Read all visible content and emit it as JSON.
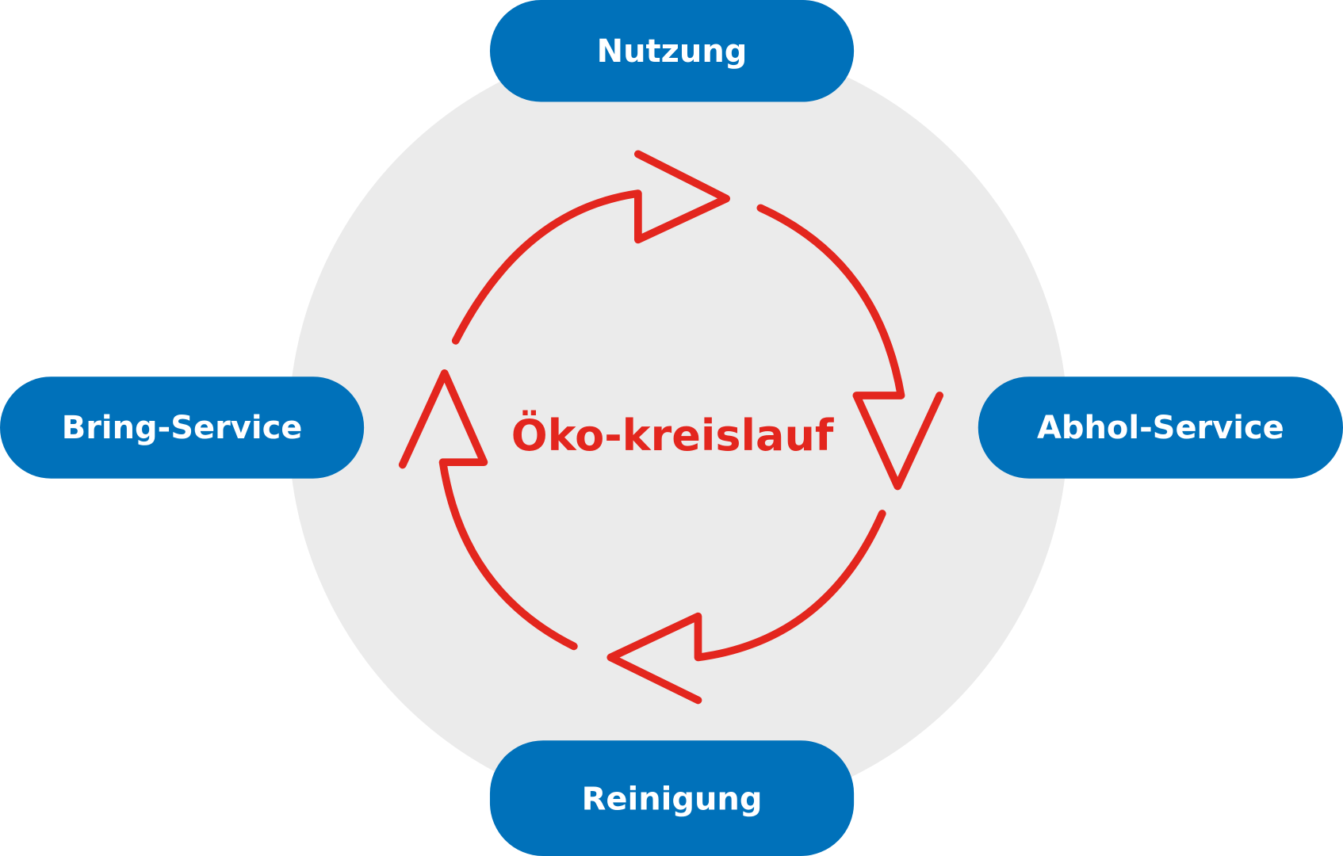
{
  "title": "Öko-kreislauf",
  "stages": {
    "top": "Nutzung",
    "right": "Abhol-Service",
    "bottom": "Reinigung",
    "left": "Bring-Service"
  },
  "colors": {
    "pill": "#0071BA",
    "arrow": "#E3261E",
    "circle": "#EBEBEB"
  }
}
